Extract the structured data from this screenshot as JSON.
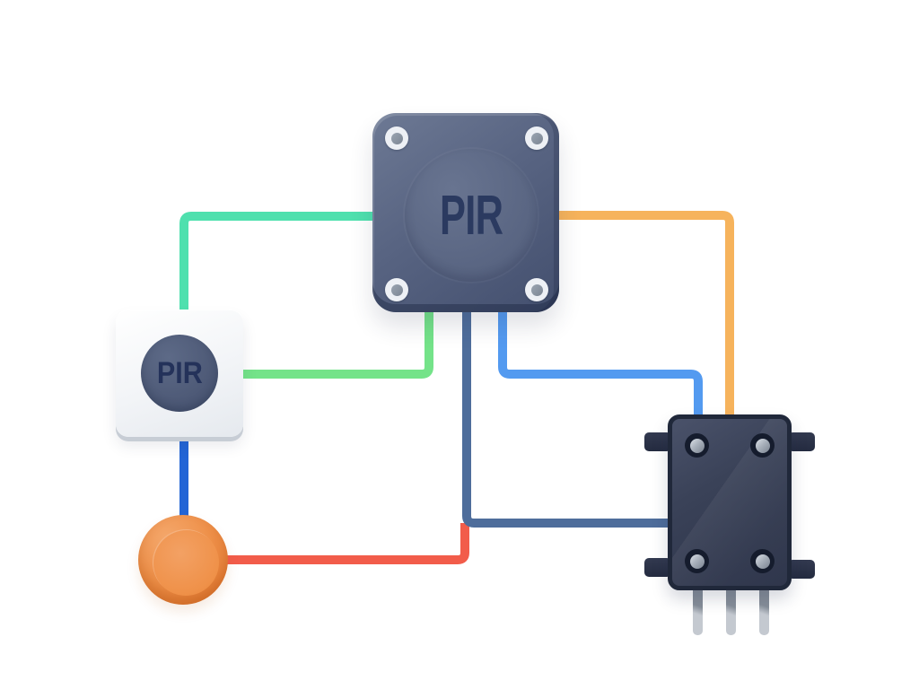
{
  "diagram": {
    "kind": "pir-sensor-wiring-diagram",
    "background_color": "#ffffff",
    "nodes": {
      "main_pir_sensor": {
        "label": "PIR",
        "body_color": "#586482",
        "label_color": "#2b3a60",
        "screws": 4
      },
      "small_pir_sensor": {
        "label": "PIR",
        "body_color": "#f2f4f7",
        "lens_color": "#4e5a77",
        "label_color": "#24325a"
      },
      "push_button": {
        "label": "",
        "body_color": "#ee9049"
      },
      "relay_module": {
        "label": "",
        "body_color": "#3a4258",
        "screws": 4,
        "pins": 3,
        "tabs": 4
      }
    },
    "wires": [
      {
        "name": "mint-wire",
        "color": "#4fe0ae",
        "from": "main_pir_sensor.left",
        "to": "small_pir_sensor.top"
      },
      {
        "name": "green-wire",
        "color": "#74e389",
        "from": "main_pir_sensor.bottom",
        "to": "small_pir_sensor.right"
      },
      {
        "name": "dark-blue-wire",
        "color": "#2365d6",
        "from": "small_pir_sensor.bottom",
        "to": "push_button.top"
      },
      {
        "name": "red-wire",
        "color": "#f25c4a",
        "from": "push_button.right",
        "to": "slate-wire.junction"
      },
      {
        "name": "slate-wire",
        "color": "#4e6d9b",
        "from": "main_pir_sensor.bottom",
        "to": "relay_module.left"
      },
      {
        "name": "blue-wire",
        "color": "#539af0",
        "from": "main_pir_sensor.bottom",
        "to": "relay_module.top"
      },
      {
        "name": "orange-wire",
        "color": "#f6b35c",
        "from": "main_pir_sensor.right",
        "to": "relay_module.top"
      }
    ]
  }
}
